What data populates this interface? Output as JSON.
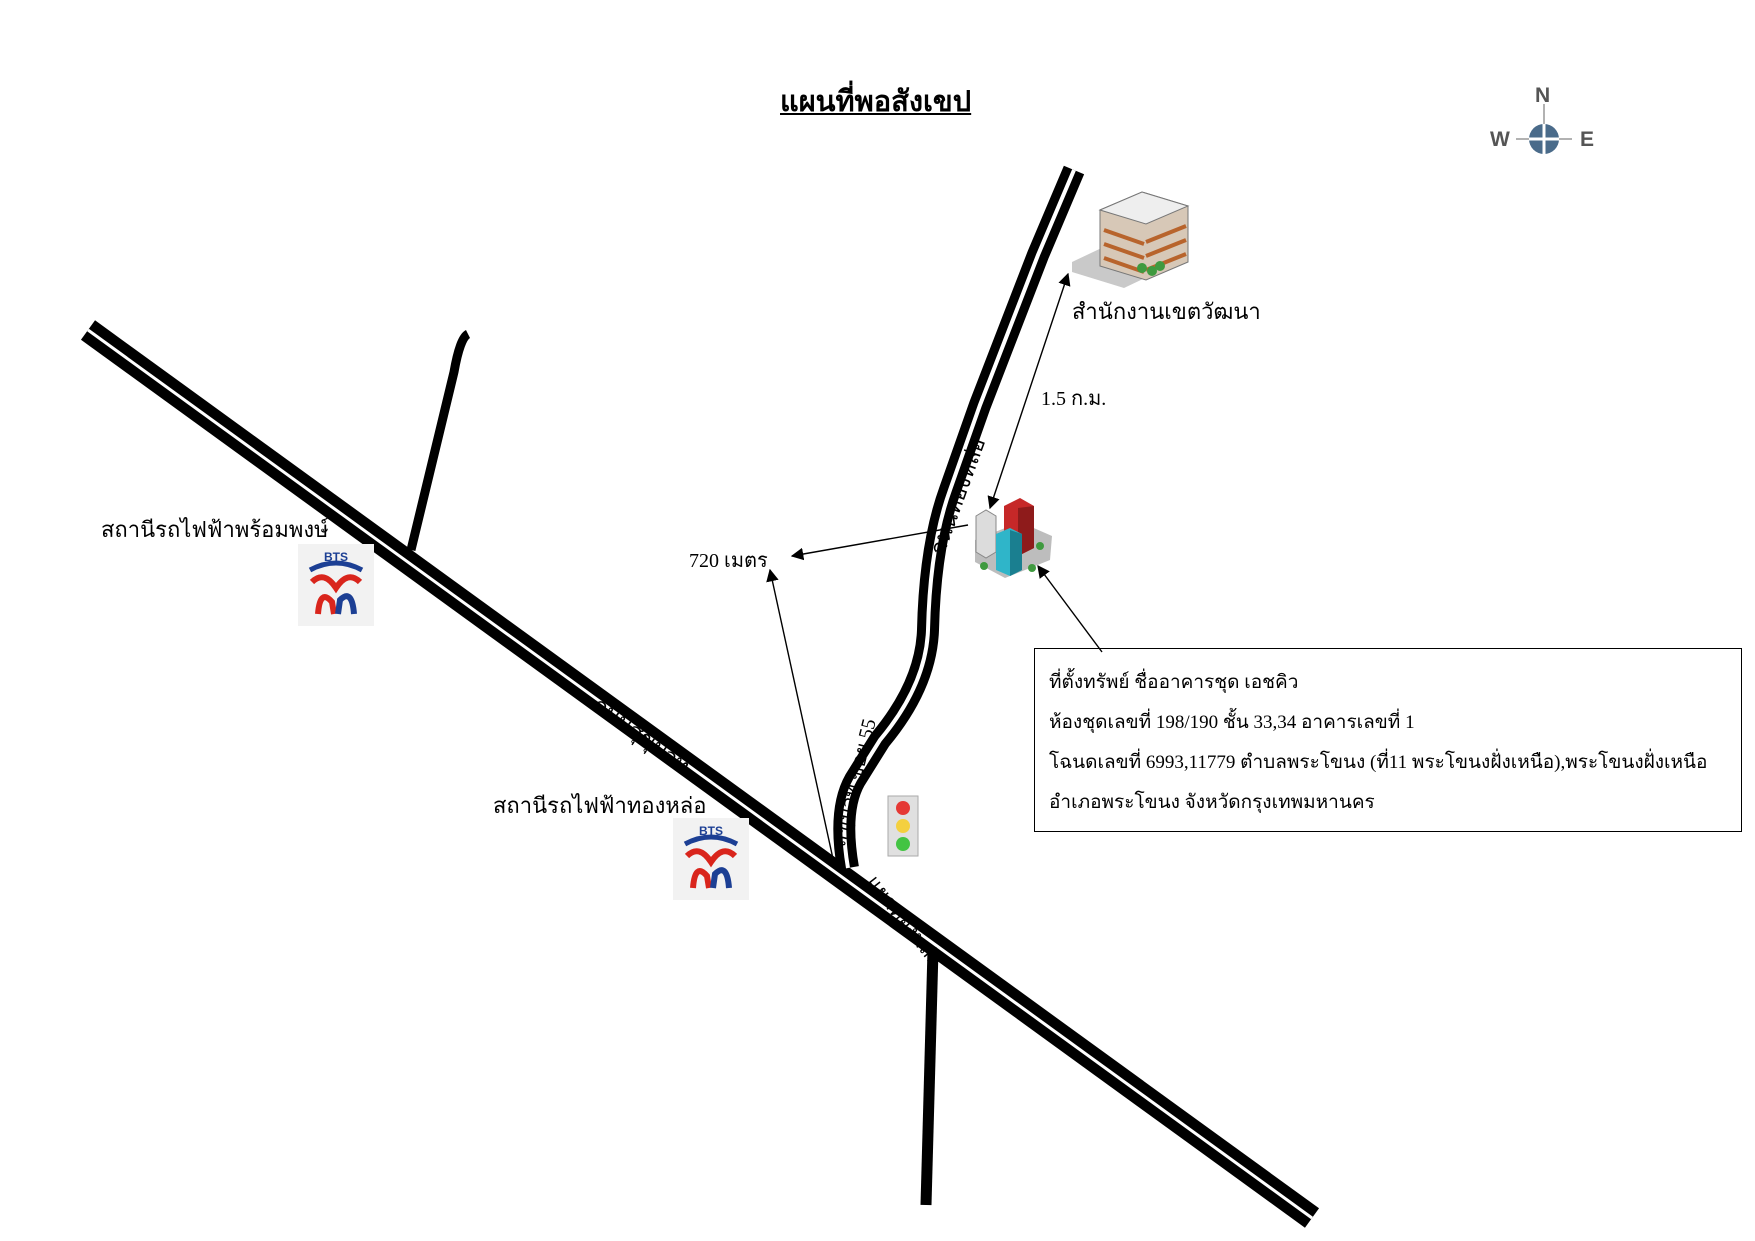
{
  "title": "แผนที่พอสังเขป",
  "compass": {
    "north": "N",
    "west": "W",
    "east": "E"
  },
  "roads": {
    "sukhumvit": "ถนนสุขุมวิท",
    "thonglor": "ถนนทองหล่อ",
    "soi55": "สุขุมวิท ซอย 55",
    "intersection": "แยกทองหล่อ"
  },
  "stations": {
    "phrom_phong": "สถานีรถไฟฟ้าพร้อมพงษ์",
    "thong_lo": "สถานีรถไฟฟ้าทองหล่อ",
    "logo_text": "BTS"
  },
  "landmarks": {
    "district_office": "สำนักงานเขตวัฒนา"
  },
  "distances": {
    "to_district_office": "1.5 ก.ม.",
    "to_soi55": "720 เมตร"
  },
  "info_box": {
    "line1": "ที่ตั้งทรัพย์  ชื่ออาคารชุด เอชคิว",
    "line2": "ห้องชุดเลขที่ 198/190 ชั้น 33,34 อาคารเลขที่ 1",
    "line3": "โฉนดเลขที่ 6993,11779  ตำบลพระโขนง (ที่11 พระโขนงฝั่งเหนือ),พระโขนงฝั่งเหนือ",
    "line4": "อำเภอพระโขนง จังหวัดกรุงเทพมหานคร"
  },
  "colors": {
    "road": "#000000",
    "bts_red": "#d9251c",
    "bts_blue": "#1c3f94",
    "compass_blue": "#4a6b8a"
  },
  "icons": [
    "compass-icon",
    "office-building-icon",
    "condo-building-icon",
    "traffic-light-icon",
    "bts-logo-icon"
  ]
}
